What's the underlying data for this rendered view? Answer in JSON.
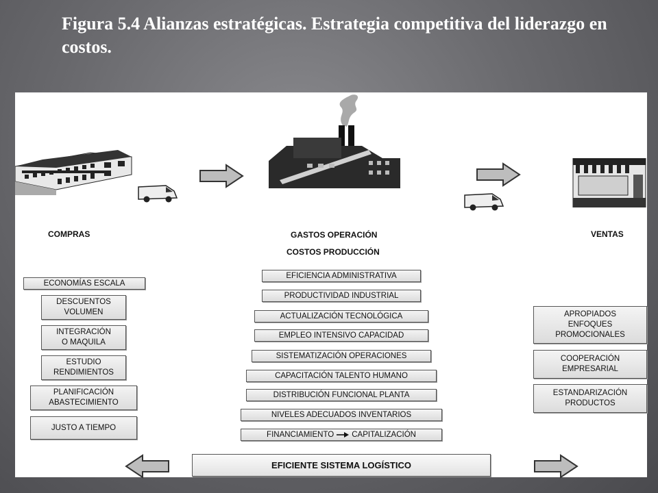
{
  "title": "Figura 5.4 Alianzas estratégicas. Estrategia competitiva del liderazgo en costos.",
  "headers": {
    "compras": "COMPRAS",
    "gastos": "GASTOS OPERACIÓN",
    "costos": "COSTOS PRODUCCIÓN",
    "ventas": "VENTAS"
  },
  "compras_items": [
    "ECONOMÍAS ESCALA",
    "DESCUENTOS\nVOLUMEN",
    "INTEGRACIÓN\nO MAQUILA",
    "ESTUDIO\nRENDIMIENTOS",
    "PLANIFICACIÓN\nABASTECIMIENTO",
    "JUSTO A TIEMPO"
  ],
  "produccion_items": [
    "EFICIENCIA ADMINISTRATIVA",
    "PRODUCTIVIDAD INDUSTRIAL",
    "ACTUALIZACIÓN TECNOLÓGICA",
    "EMPLEO INTENSIVO CAPACIDAD",
    "SISTEMATIZACIÓN OPERACIONES",
    "CAPACITACIÓN TALENTO HUMANO",
    "DISTRIBUCIÓN FUNCIONAL PLANTA",
    "NIVELES ADECUADOS INVENTARIOS"
  ],
  "financiamiento": {
    "left": "FINANCIAMIENTO",
    "right": "CAPITALIZACIÓN"
  },
  "ventas_items": [
    "APROPIADOS\nENFOQUES\nPROMOCIONALES",
    "COOPERACIÓN\nEMPRESARIAL",
    "ESTANDARIZACIÓN\nPRODUCTOS"
  ],
  "logistica": "EFICIENTE SISTEMA LOGÍSTICO"
}
